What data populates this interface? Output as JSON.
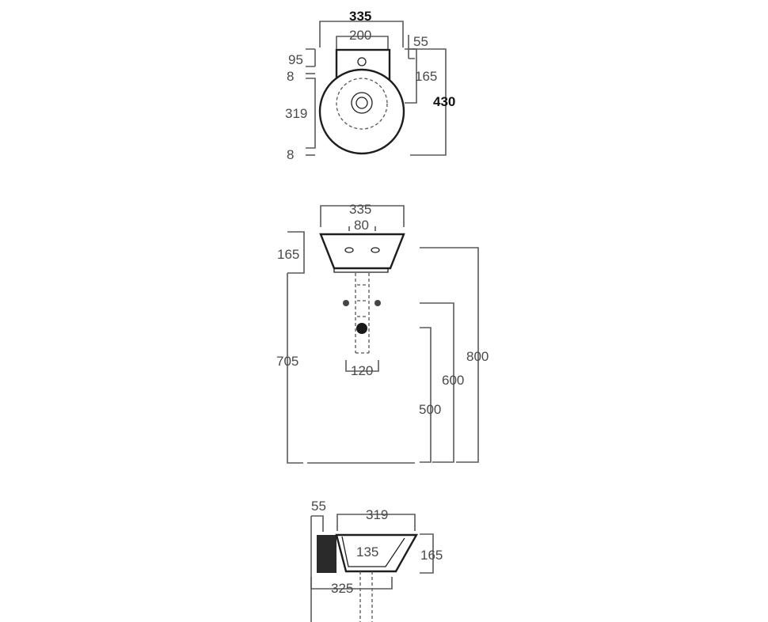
{
  "top_view": {
    "width_overall": "335",
    "width_top": "200",
    "offset_right": "55",
    "depth_top": "95",
    "gap_top": "8",
    "bowl_diameter": "319",
    "gap_bottom": "8",
    "tap_to_front": "165",
    "depth_overall": "430"
  },
  "front_view": {
    "width_overall": "335",
    "fixing_spacing": "80",
    "basin_height": "165",
    "rim_height": "705",
    "waste_spacing": "120",
    "trap_height": "500",
    "supply_height": "600",
    "floor_to_rim": "800"
  },
  "side_view": {
    "backplate_depth": "55",
    "bowl_width": "319",
    "inner_depth": "135",
    "basin_height": "165",
    "projection": "325"
  }
}
